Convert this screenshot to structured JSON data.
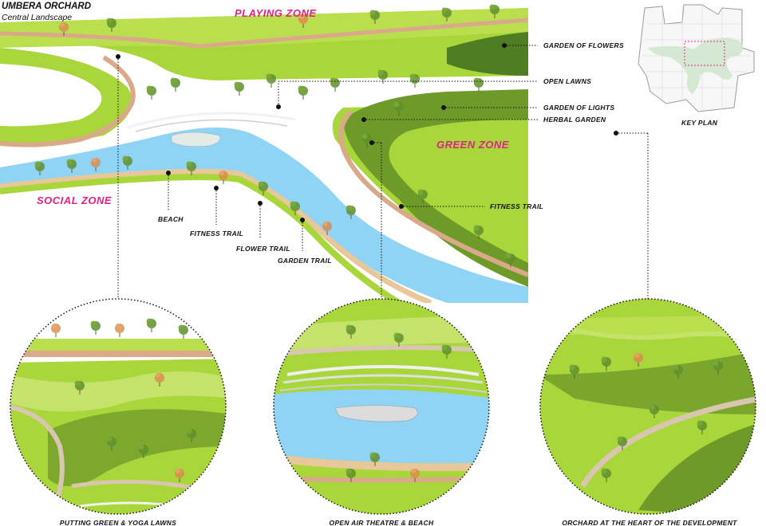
{
  "title": "UMBERA ORCHARD",
  "subtitle": "Central Landscape",
  "zones": {
    "playing": "PLAYING ZONE",
    "green": "GREEN ZONE",
    "social": "SOCIAL ZONE"
  },
  "labels": {
    "garden_of_flowers": "GARDEN OF FLOWERS",
    "open_lawns": "OPEN LAWNS",
    "garden_of_lights": "GARDEN OF LIGHTS",
    "herbal_garden": "HERBAL GARDEN",
    "fitness_trail_right": "FITNESS TRAIL",
    "beach": "BEACH",
    "fitness_trail_left": "FITNESS TRAIL",
    "flower_trail": "FLOWER TRAIL",
    "garden_trail": "GARDEN TRAIL",
    "key_plan": "KEY PLAN"
  },
  "details": {
    "left": "PUTTING GREEN & YOGA LAWNS",
    "center": "OPEN AIR THEATRE & BEACH",
    "right": "ORCHARD AT THE HEART OF THE DEVELOPMENT"
  },
  "colors": {
    "zone_text": "#e0218a",
    "lawn": "#a9d63a",
    "dark_lawn": "#6e9a2a",
    "water": "#8fd3f5",
    "path": "#d9a98a",
    "key_highlight": "#e0218a"
  }
}
